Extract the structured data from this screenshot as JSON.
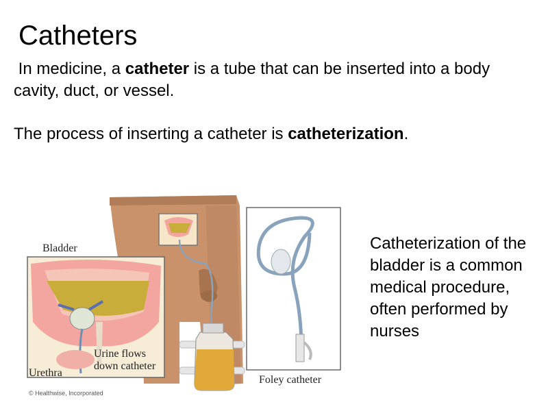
{
  "title": "Catheters",
  "intro": {
    "pre": "In medicine, a ",
    "term": "catheter",
    "post": " is a tube that can be inserted into a body cavity, duct, or vessel."
  },
  "process": {
    "pre": "The process of inserting a catheter is ",
    "term": "catheterization",
    "post": "."
  },
  "side_note": "Catheterization of the bladder is a common medical procedure, often performed by nurses",
  "illustration": {
    "bladder_label": "Bladder",
    "urine_label_1": "Urine flows",
    "urine_label_2": "down catheter",
    "urethra_label": "Urethra",
    "foley_label": "Foley catheter",
    "credit": "© Healthwise, Incorporated"
  },
  "colors": {
    "skin": "#c9926b",
    "skin_dark": "#a8744f",
    "bladder_wall": "#f3a6a0",
    "urine": "#c9ad3a",
    "bag_urine": "#e0a93a",
    "tube": "#6f8fb0"
  }
}
